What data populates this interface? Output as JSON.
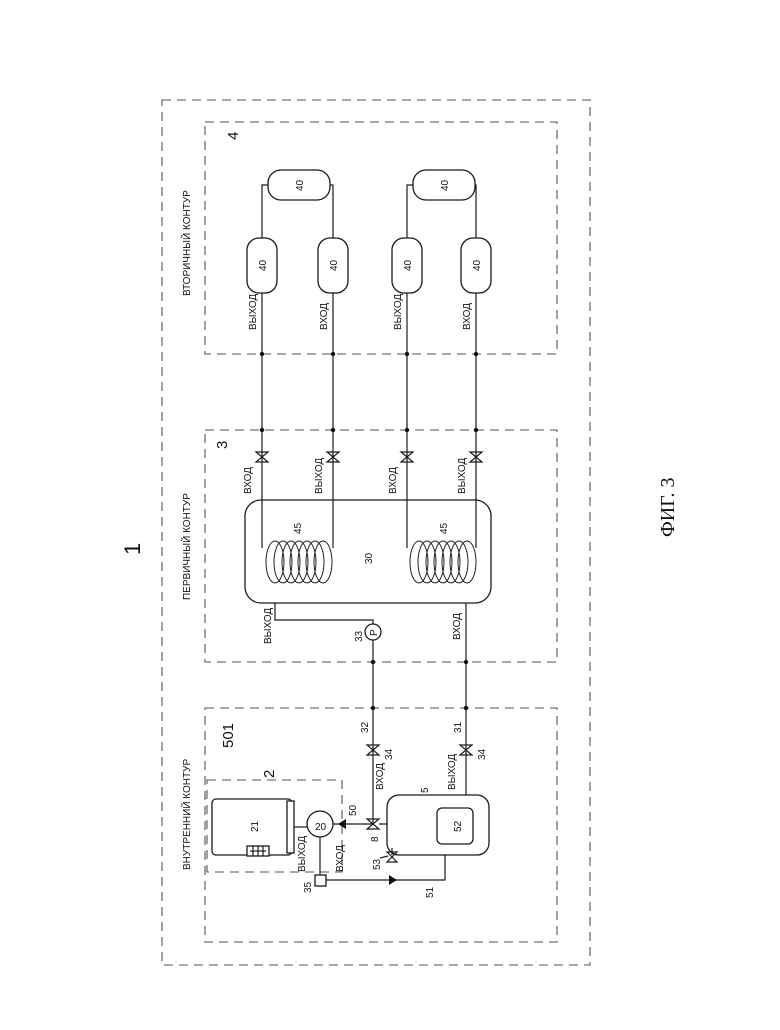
{
  "figure": {
    "caption": "ФИГ. 3",
    "system_number": "1"
  },
  "circuits": {
    "secondary": {
      "title": "ВТОРИЧНЫЙ КОНТУР",
      "number": "4"
    },
    "primary": {
      "title": "ПЕРВИЧНЫЙ КОНТУР",
      "number": "3"
    },
    "internal": {
      "title": "ВНУТРЕННИЙ КОНТУР",
      "number": "501"
    },
    "unit_number": "2"
  },
  "labels": {
    "vykhod": "ВЫХОД",
    "vkhod": "ВХОД",
    "heat_consumer": "40",
    "tank": "30",
    "coil": "45",
    "pump": "P",
    "pump_number": "33",
    "line_32": "32",
    "line_31": "31",
    "valve_34": "34",
    "vessel": "5",
    "vessel_inner": "52",
    "boiler": "21",
    "burner": "20",
    "item_50": "50",
    "item_8": "8",
    "item_53": "53",
    "item_35": "35",
    "item_51": "51"
  }
}
